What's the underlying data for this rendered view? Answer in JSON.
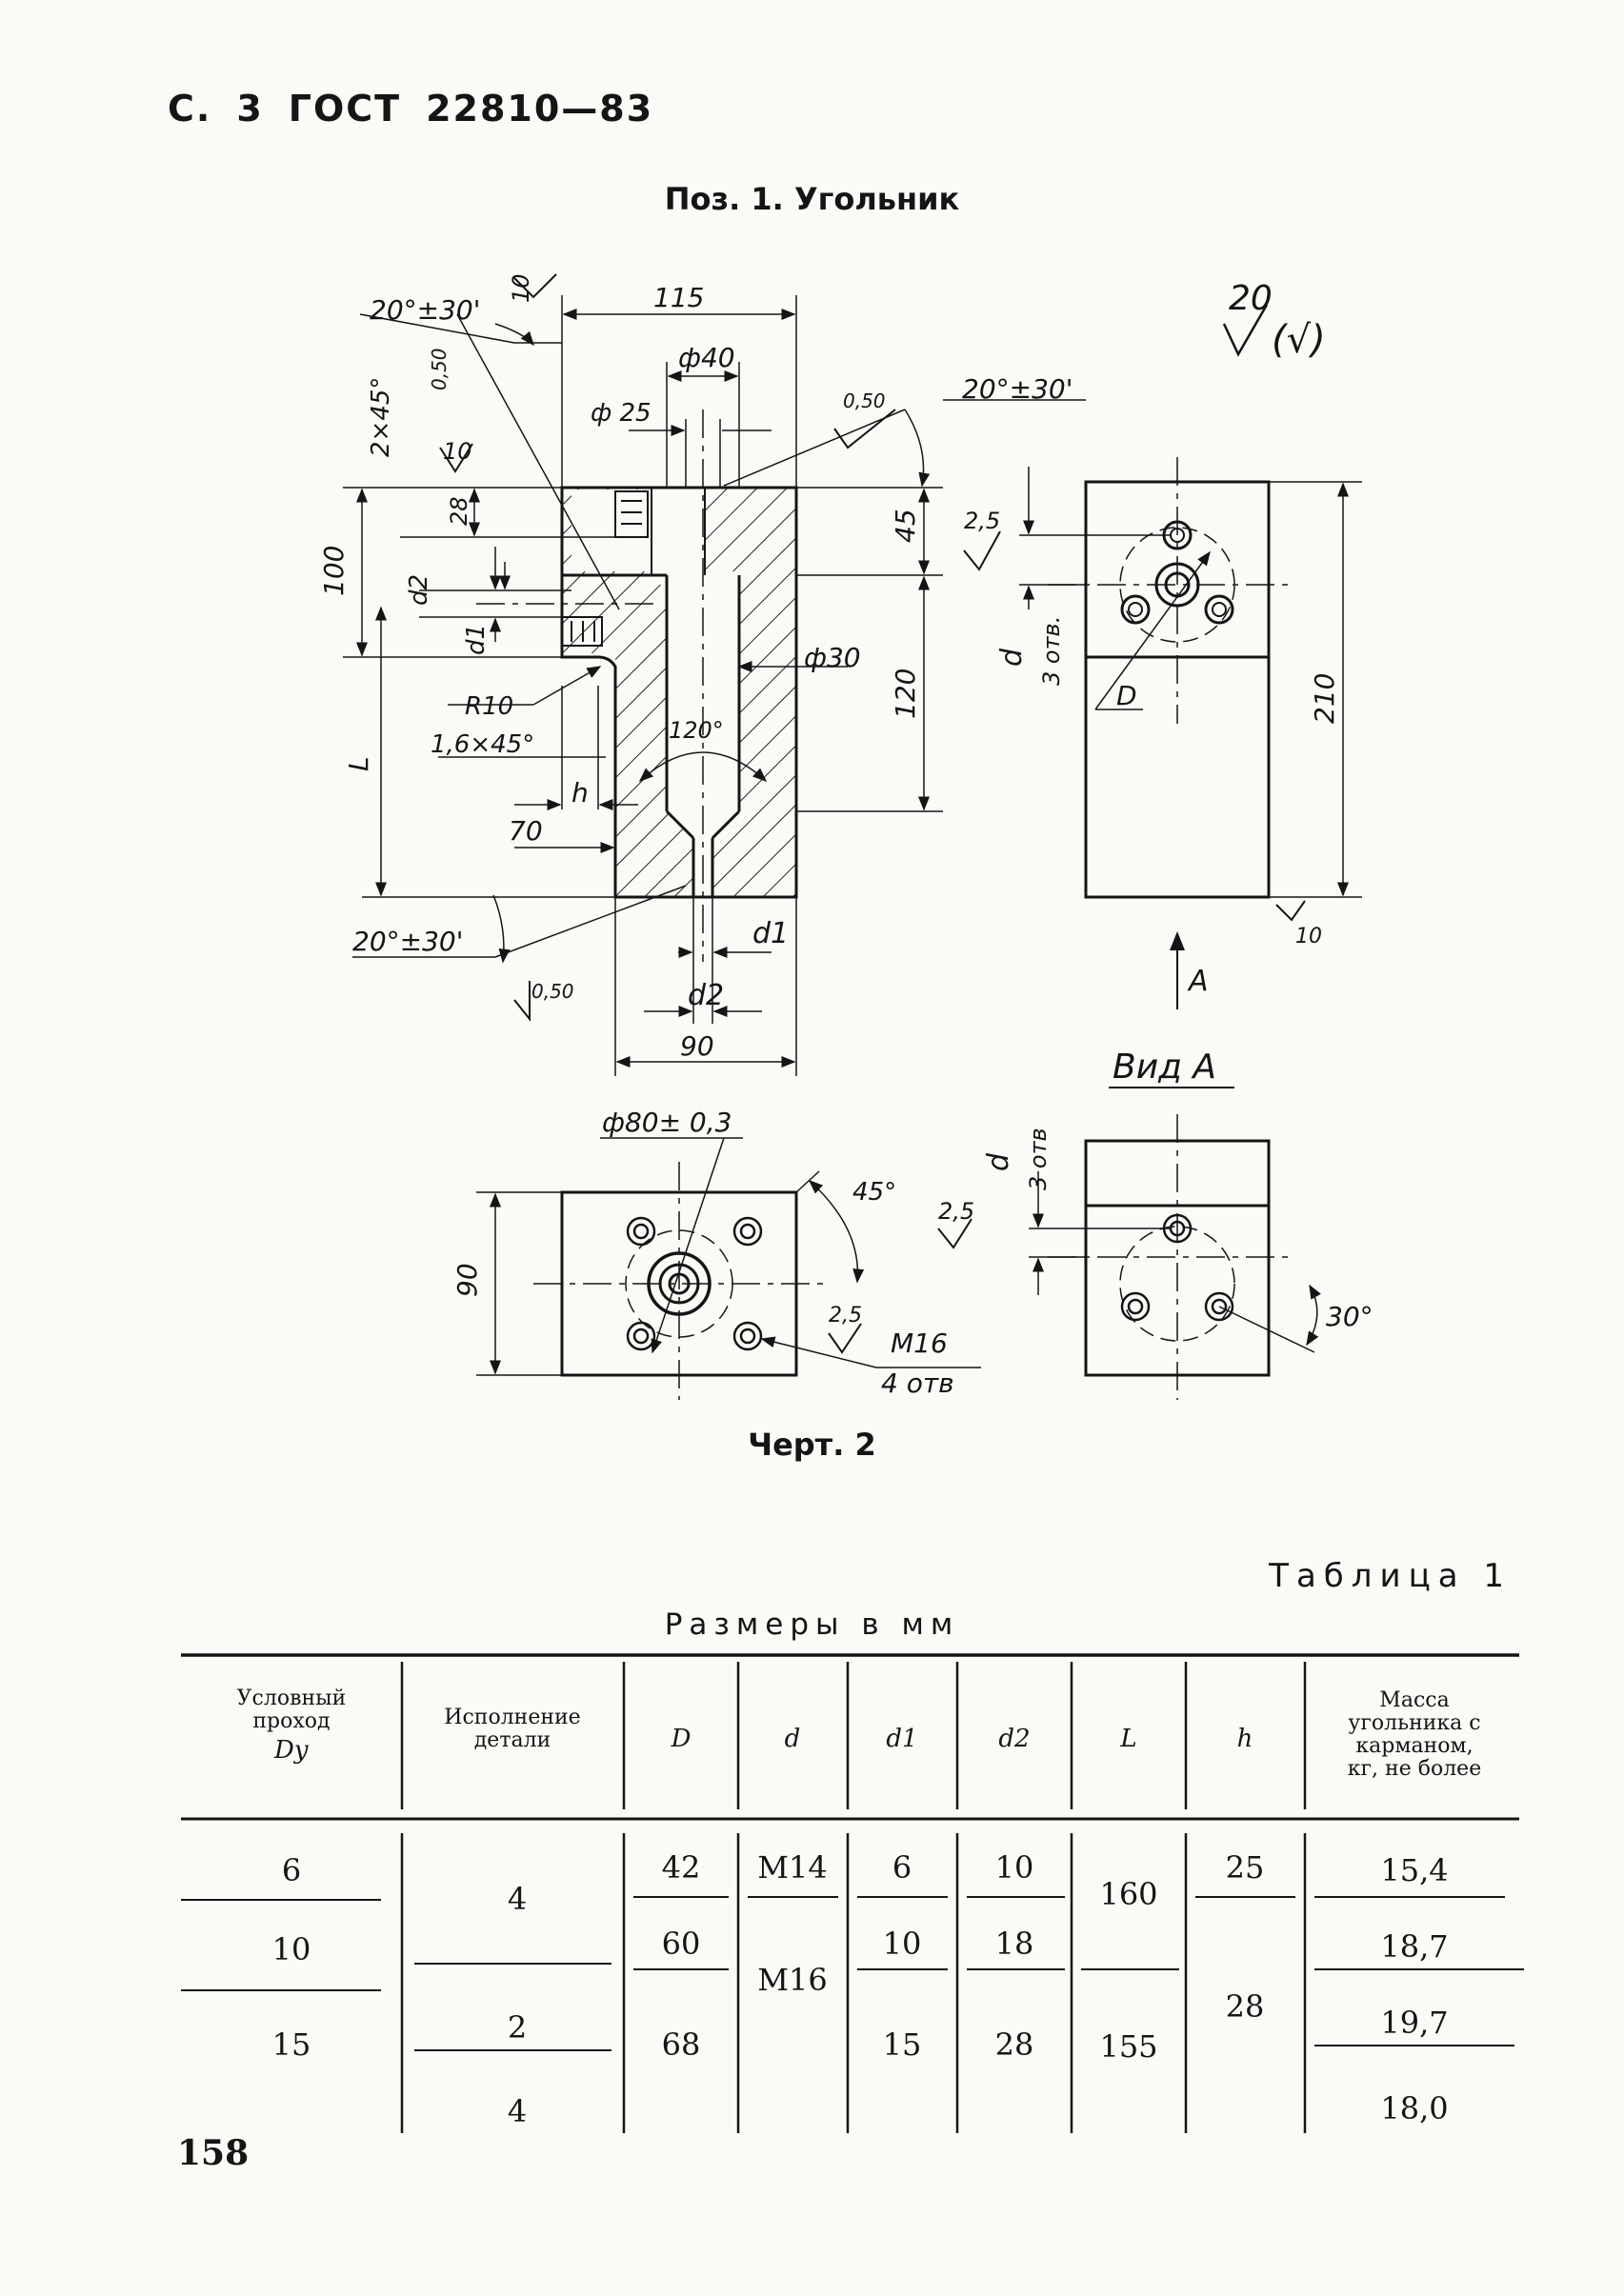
{
  "header": {
    "page_label": "С.",
    "page_no": "3",
    "standard": "ГОСТ",
    "standard_no": "22810—83"
  },
  "subtitle": "Поз. 1. Угольник",
  "drawing": {
    "roughness": {
      "main": "20",
      "alt": "(√)"
    },
    "front": {
      "d_115": "115",
      "d_40": "ф40",
      "d_25": "ф 25",
      "d_30": "ф30",
      "d_45": "45",
      "d_120": "120",
      "d_100": "100",
      "d_28": "28",
      "d_L": "L",
      "d_d2": "d2",
      "d_d1": "d1",
      "d_h": "h",
      "d_70": "70",
      "d_90": "90",
      "d_d1b": "d1",
      "d_d2b": "d2",
      "ang_top": "20°±30'",
      "ang_right": "20°±30'",
      "ang_bot": "20°±30'",
      "chamfer_2x45": "2×45°",
      "chamfer_16": "1,6×45°",
      "r10": "R10",
      "angle_120": "120°",
      "r_050_a": "0,50",
      "r_050_b": "0,50",
      "r_050_c": "0,50",
      "r_10": "10",
      "r_10b": "10"
    },
    "side": {
      "d_210": "210",
      "d_25": "2,5",
      "d_d": "d",
      "d_3otv": "3 отв.",
      "d_D": "D",
      "r_10": "10",
      "arrow": "A"
    },
    "bottom": {
      "d_80": "ф80± 0,3",
      "d_45": "45°",
      "d_90": "90",
      "d_25": "2,5",
      "d_m16": "M16",
      "d_4otv": "4 отв"
    },
    "view_a": {
      "title": "Вид А",
      "d_d": "d",
      "d_3otv": "3 отв",
      "d_25": "2,5",
      "d_30": "30°"
    }
  },
  "caption": "Черт. 2",
  "table_label": "Таблица 1",
  "units": "Размеры в мм",
  "table": {
    "headers": [
      "Условный проход Dу",
      "Исполнение детали",
      "D",
      "d",
      "d1",
      "d2",
      "L",
      "h",
      "Масса угольника с карманом, кг, не более"
    ],
    "col_dy": [
      "6",
      "10",
      "15"
    ],
    "col_isp": [
      "4",
      "2",
      "4"
    ],
    "col_D": [
      "42",
      "60",
      "68"
    ],
    "col_d": [
      "M14",
      "M16"
    ],
    "col_d1": [
      "6",
      "10",
      "15"
    ],
    "col_d2": [
      "10",
      "18",
      "28"
    ],
    "col_L": [
      "160",
      "155"
    ],
    "col_h": [
      "25",
      "28"
    ],
    "col_mass": [
      "15,4",
      "18,7",
      "19,7",
      "18,0"
    ]
  },
  "page_number": "158"
}
